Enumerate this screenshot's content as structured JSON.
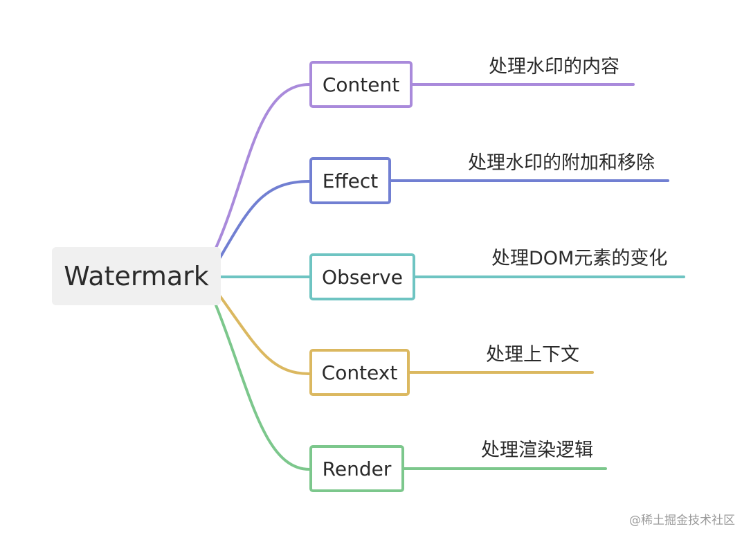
{
  "root": {
    "label": "Watermark"
  },
  "branches": [
    {
      "label": "Content",
      "desc": "处理水印的内容",
      "color": "#a98adb"
    },
    {
      "label": "Effect",
      "desc": "处理水印的附加和移除",
      "color": "#717fd2"
    },
    {
      "label": "Observe",
      "desc": "处理DOM元素的变化",
      "color": "#6ec4c2"
    },
    {
      "label": "Context",
      "desc": "处理上下文",
      "color": "#dbb860"
    },
    {
      "label": "Render",
      "desc": "处理渲染逻辑",
      "color": "#7cc78c"
    }
  ],
  "watermark": {
    "text": "@稀土掘金技术社区"
  }
}
